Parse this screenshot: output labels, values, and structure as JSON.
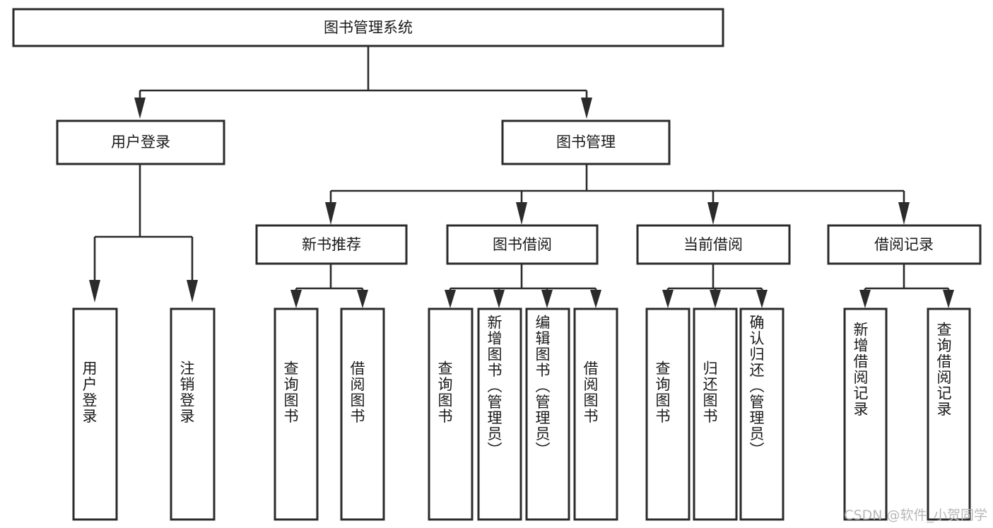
{
  "diagram": {
    "type": "tree",
    "title": "图书管理系统",
    "watermark": "CSDN @软件_小贺同学",
    "colors": {
      "background": "#ffffff",
      "box_fill": "#ffffff",
      "box_stroke": "#2b2b2b",
      "text": "#1a1a1a",
      "watermark": "#b8b8b8"
    },
    "nodes": {
      "root": {
        "label": "图书管理系统"
      },
      "level2": [
        {
          "label": "用户登录"
        },
        {
          "label": "图书管理"
        }
      ],
      "level3": [
        {
          "label": "新书推荐"
        },
        {
          "label": "图书借阅"
        },
        {
          "label": "当前借阅"
        },
        {
          "label": "借阅记录"
        }
      ],
      "leaves_user_login": [
        {
          "label": "用户登录"
        },
        {
          "label": "注销登录"
        }
      ],
      "leaves_new_book": [
        {
          "label": "查询图书"
        },
        {
          "label": "借阅图书"
        }
      ],
      "leaves_borrow": [
        {
          "label": "查询图书"
        },
        {
          "label": "新增图书（管理员）"
        },
        {
          "label": "编辑图书（管理员）"
        },
        {
          "label": "借阅图书"
        }
      ],
      "leaves_current": [
        {
          "label": "查询图书"
        },
        {
          "label": "归还图书"
        },
        {
          "label": "确认归还（管理员）"
        }
      ],
      "leaves_record": [
        {
          "label": "新增借阅记录"
        },
        {
          "label": "查询借阅记录"
        }
      ]
    }
  }
}
